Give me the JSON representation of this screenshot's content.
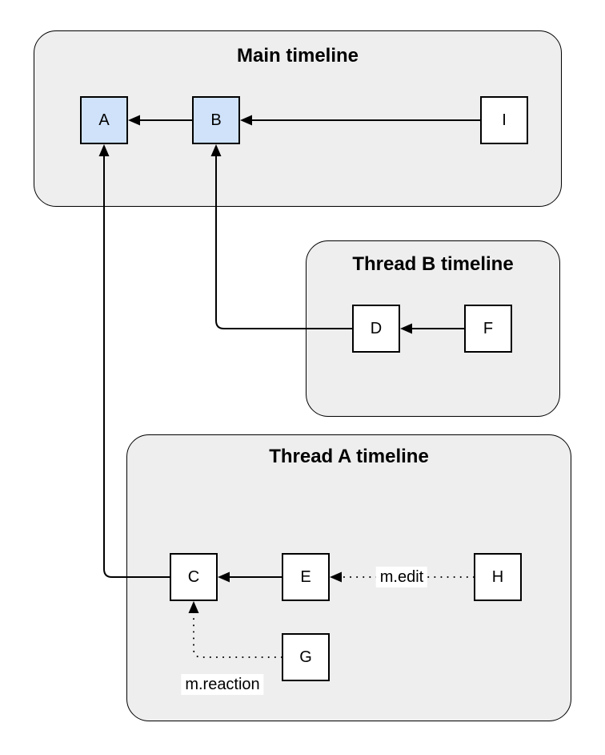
{
  "diagram": {
    "containers": [
      {
        "id": "main",
        "label": "Main timeline"
      },
      {
        "id": "thread_b",
        "label": "Thread B timeline"
      },
      {
        "id": "thread_a",
        "label": "Thread A timeline"
      }
    ],
    "nodes": [
      {
        "id": "A",
        "label": "A",
        "container": "main",
        "highlighted": true
      },
      {
        "id": "B",
        "label": "B",
        "container": "main",
        "highlighted": true
      },
      {
        "id": "I",
        "label": "I",
        "container": "main",
        "highlighted": false
      },
      {
        "id": "D",
        "label": "D",
        "container": "thread_b",
        "highlighted": false
      },
      {
        "id": "F",
        "label": "F",
        "container": "thread_b",
        "highlighted": false
      },
      {
        "id": "C",
        "label": "C",
        "container": "thread_a",
        "highlighted": false
      },
      {
        "id": "E",
        "label": "E",
        "container": "thread_a",
        "highlighted": false
      },
      {
        "id": "H",
        "label": "H",
        "container": "thread_a",
        "highlighted": false
      },
      {
        "id": "G",
        "label": "G",
        "container": "thread_a",
        "highlighted": false
      }
    ],
    "edges": [
      {
        "from": "B",
        "to": "A",
        "style": "solid",
        "label": ""
      },
      {
        "from": "I",
        "to": "B",
        "style": "solid",
        "label": ""
      },
      {
        "from": "F",
        "to": "D",
        "style": "solid",
        "label": ""
      },
      {
        "from": "D",
        "to": "B",
        "style": "solid",
        "label": ""
      },
      {
        "from": "E",
        "to": "C",
        "style": "solid",
        "label": ""
      },
      {
        "from": "C",
        "to": "A",
        "style": "solid",
        "label": ""
      },
      {
        "from": "H",
        "to": "E",
        "style": "dotted",
        "label": "m.edit"
      },
      {
        "from": "G",
        "to": "C",
        "style": "dotted",
        "label": "m.reaction"
      }
    ],
    "colors": {
      "background": "#ffffff",
      "container_fill": "#eeeeee",
      "container_border": "#000000",
      "node_fill": "#ffffff",
      "node_highlight_fill": "#cfe2f9",
      "node_border": "#000000",
      "edge_line": "#000000",
      "edge_label_bg": "#ffffff"
    }
  }
}
